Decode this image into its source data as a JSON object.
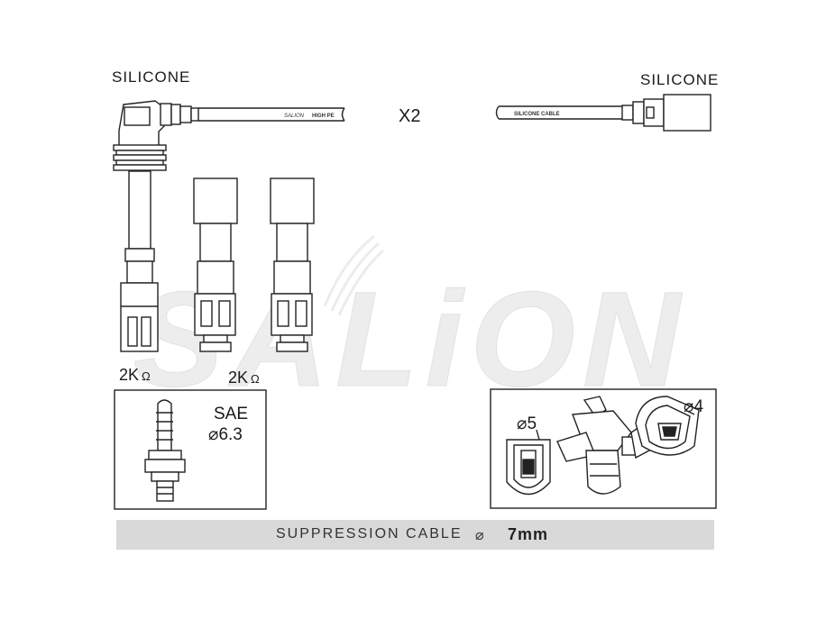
{
  "labels": {
    "silicone_left": "SILICONE",
    "silicone_right": "SILICONE",
    "quantity": "X2",
    "resistor_1": "2K",
    "resistor_2": "2K",
    "ohm_symbol": "Ω",
    "plug_standard": "SAE",
    "plug_size": "⌀6.3",
    "terminal_a": "⌀5",
    "terminal_b": "⌀4",
    "cable_print_brand": "SALION",
    "cable_print_type": "HIGH PE",
    "cable_print_right": "SILICONE CABLE"
  },
  "watermark": {
    "text": "SALiON",
    "color": "#ececec"
  },
  "footer": {
    "label": "SUPPRESSION  CABLE",
    "diameter_symbol": "⌀",
    "diameter_value": "7mm",
    "bar_color": "#d9d9d9"
  }
}
